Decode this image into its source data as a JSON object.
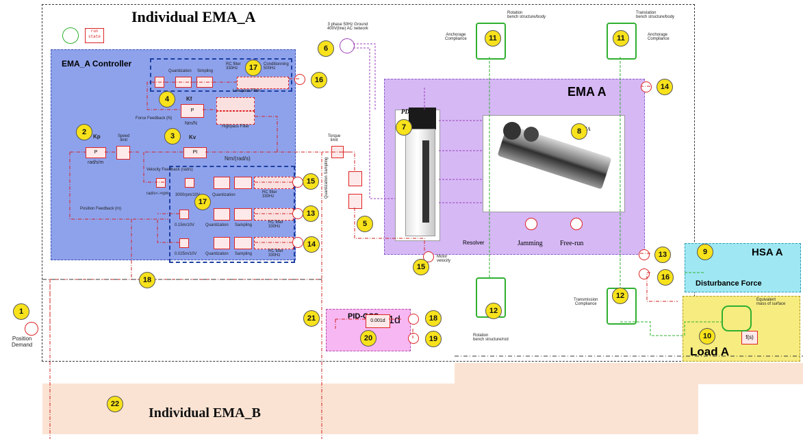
{
  "titles": {
    "ema_a_individual": "Individual EMA_A",
    "ema_b_individual": "Individual EMA_B",
    "ema_a_controller": "EMA_A Controller",
    "ema_a": "EMA  A",
    "hsa_a": "HSA  A",
    "load_a": "Load  A",
    "pid_ccs": "PID-CCS",
    "disturbance_force": "Disturbance Force"
  },
  "run_state": "run\nstate",
  "markers": [
    "1",
    "2",
    "3",
    "4",
    "5",
    "6",
    "7",
    "8",
    "9",
    "10",
    "11",
    "11",
    "12",
    "12",
    "13",
    "13",
    "14",
    "14",
    "15",
    "15",
    "16",
    "16",
    "17",
    "17",
    "18",
    "18",
    "19",
    "20",
    "21",
    "22"
  ],
  "labels": {
    "network": "3 phase 50Hz Ground\n400V(line) AC network",
    "rotation_body": "Rotation\nbench structure/body",
    "translation_body": "Translation\nbench structure/body",
    "anchorage_left": "Anchorage\nCompliance",
    "anchorage_right": "Anchorage\nCompliance",
    "kp": "Kp",
    "kv": "Kv",
    "kf": "Kf",
    "speed_limit": "Speed\nlimit",
    "torque_limit": "Torque\nlimit",
    "rad_s_m": "rad/s/m",
    "nm_rad_s": "Nm/(rad/s)",
    "nm_n": "Nm/N",
    "force_feedback": "Force Feedback (N)",
    "velocity_feedback": "Velocity Feedback (rad/s)",
    "position_feedback": "Position Feedback (m)",
    "low_pass": "Low pass Filter",
    "high_pass": "Highpass Filter",
    "quantization": "Quantization",
    "sampling": "Simpling",
    "sampling2": "Sampling",
    "rc_330": "RC filter\n330Hz",
    "conditioning": "Conditionning\n500Hz",
    "rad_rpm": "rad/s<->rpm",
    "rpm_10v": "3000rpm/10V",
    "m_10v_a": "0.15m/10V",
    "m_10v_b": "0.025m/10V",
    "pde": "PDE",
    "ema_tag": "EMA",
    "resolver": "Resolver",
    "jamming": "Jamming",
    "free_run": "Free-run",
    "motor_velocity": "Motor\nvelocity",
    "rotation_rod": "Rotation\nbench structure/rod",
    "transmission": "Transmission\nCompliance",
    "equiv_mass": "Equivalent\nmass of surface",
    "position_demand": "Position\nDemand",
    "pid_gain": "0.001d",
    "pi": "PI",
    "p": "P",
    "fs": "f(s)",
    "quant_sampling_vert": "Quantization  Sampling"
  },
  "colors": {
    "controller": "#8ea2ec",
    "ema": "#d6b8f5",
    "pid": "#f7b7f2",
    "hsa": "#9fe8f3",
    "load": "#f6ec80",
    "ema_b": "#fbe3d3",
    "signal": "#d22222",
    "mechanical": "#2fb02f",
    "electrical": "#9b3fb8"
  }
}
